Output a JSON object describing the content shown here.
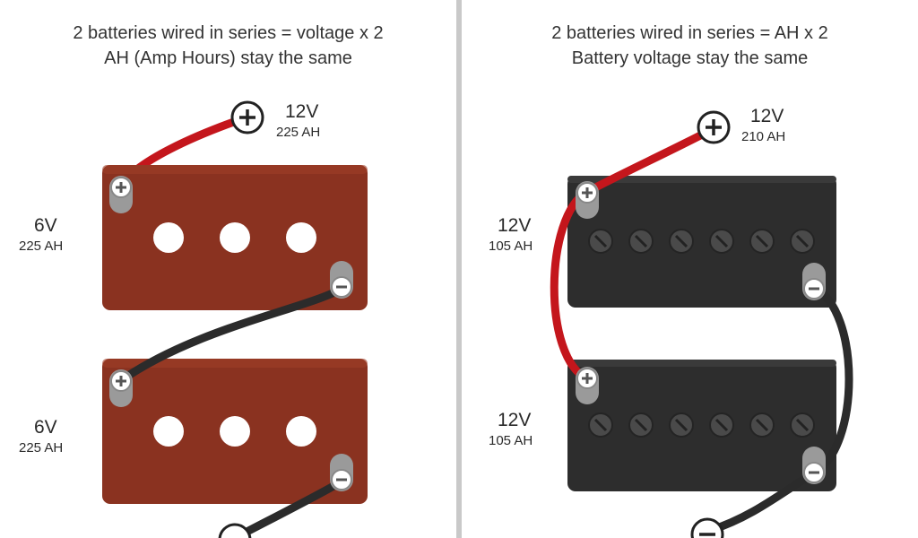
{
  "series": {
    "title": "Wired in Series",
    "line1": "2 batteries wired in series = voltage x 2",
    "line2": "AH (Amp Hours) stay the same",
    "total_voltage": "12V",
    "total_ah": "225 AH",
    "battery1_voltage": "6V",
    "battery1_ah": "225 AH",
    "battery2_voltage": "6V",
    "battery2_ah": "225 AH",
    "battery_color": "#8a3220"
  },
  "parallel": {
    "title": "Wired in Parallel",
    "line1": "2 batteries wired in series = AH x 2",
    "line2": "Battery voltage stay the same",
    "total_voltage": "12V",
    "total_ah": "210 AH",
    "battery1_voltage": "12V",
    "battery1_ah": "105 AH",
    "battery2_voltage": "12V",
    "battery2_ah": "105 AH",
    "battery_color": "#2d2d2d"
  },
  "colors": {
    "positive_wire": "#c4161c",
    "negative_wire": "#2b2b2b"
  }
}
